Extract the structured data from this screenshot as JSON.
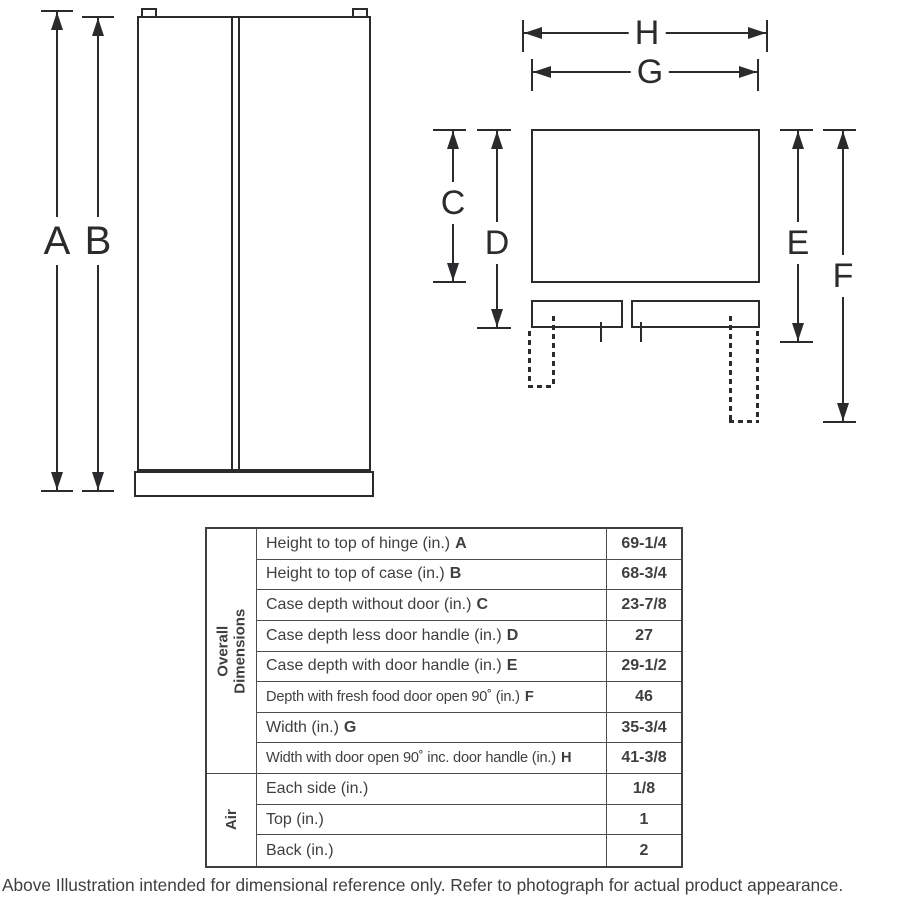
{
  "front_view": {
    "dim_a": "A",
    "dim_b": "B"
  },
  "top_view": {
    "dim_c": "C",
    "dim_d": "D",
    "dim_e": "E",
    "dim_f": "F",
    "dim_g": "G",
    "dim_h": "H"
  },
  "table": {
    "section_overall": "Overall Dimensions",
    "section_air": "Air",
    "rows": [
      {
        "label": "Height to top of hinge (in.)",
        "key": "A",
        "value": "69-1/4"
      },
      {
        "label": "Height to top of case (in.)",
        "key": "B",
        "value": "68-3/4"
      },
      {
        "label": "Case depth without door (in.)",
        "key": "C",
        "value": "23-7/8"
      },
      {
        "label": "Case depth less door handle (in.)",
        "key": "D",
        "value": "27"
      },
      {
        "label": "Case depth with door handle (in.)",
        "key": "E",
        "value": "29-1/2"
      },
      {
        "label": "Depth with fresh food door open 90˚ (in.)",
        "key": "F",
        "value": "46"
      },
      {
        "label": "Width (in.)",
        "key": "G",
        "value": "35-3/4"
      },
      {
        "label": "Width with door open 90˚ inc. door handle (in.)",
        "key": "H",
        "value": "41-3/8"
      },
      {
        "label": "Each side (in.)",
        "key": "",
        "value": "1/8"
      },
      {
        "label": "Top (in.)",
        "key": "",
        "value": "1"
      },
      {
        "label": "Back (in.)",
        "key": "",
        "value": "2"
      }
    ]
  },
  "disclaimer": "Above Illustration intended for dimensional reference only. Refer to photograph for actual product appearance.",
  "colors": {
    "line": "#2b2b2d",
    "table_line": "#4c4c4e",
    "text": "#3f3f41"
  }
}
